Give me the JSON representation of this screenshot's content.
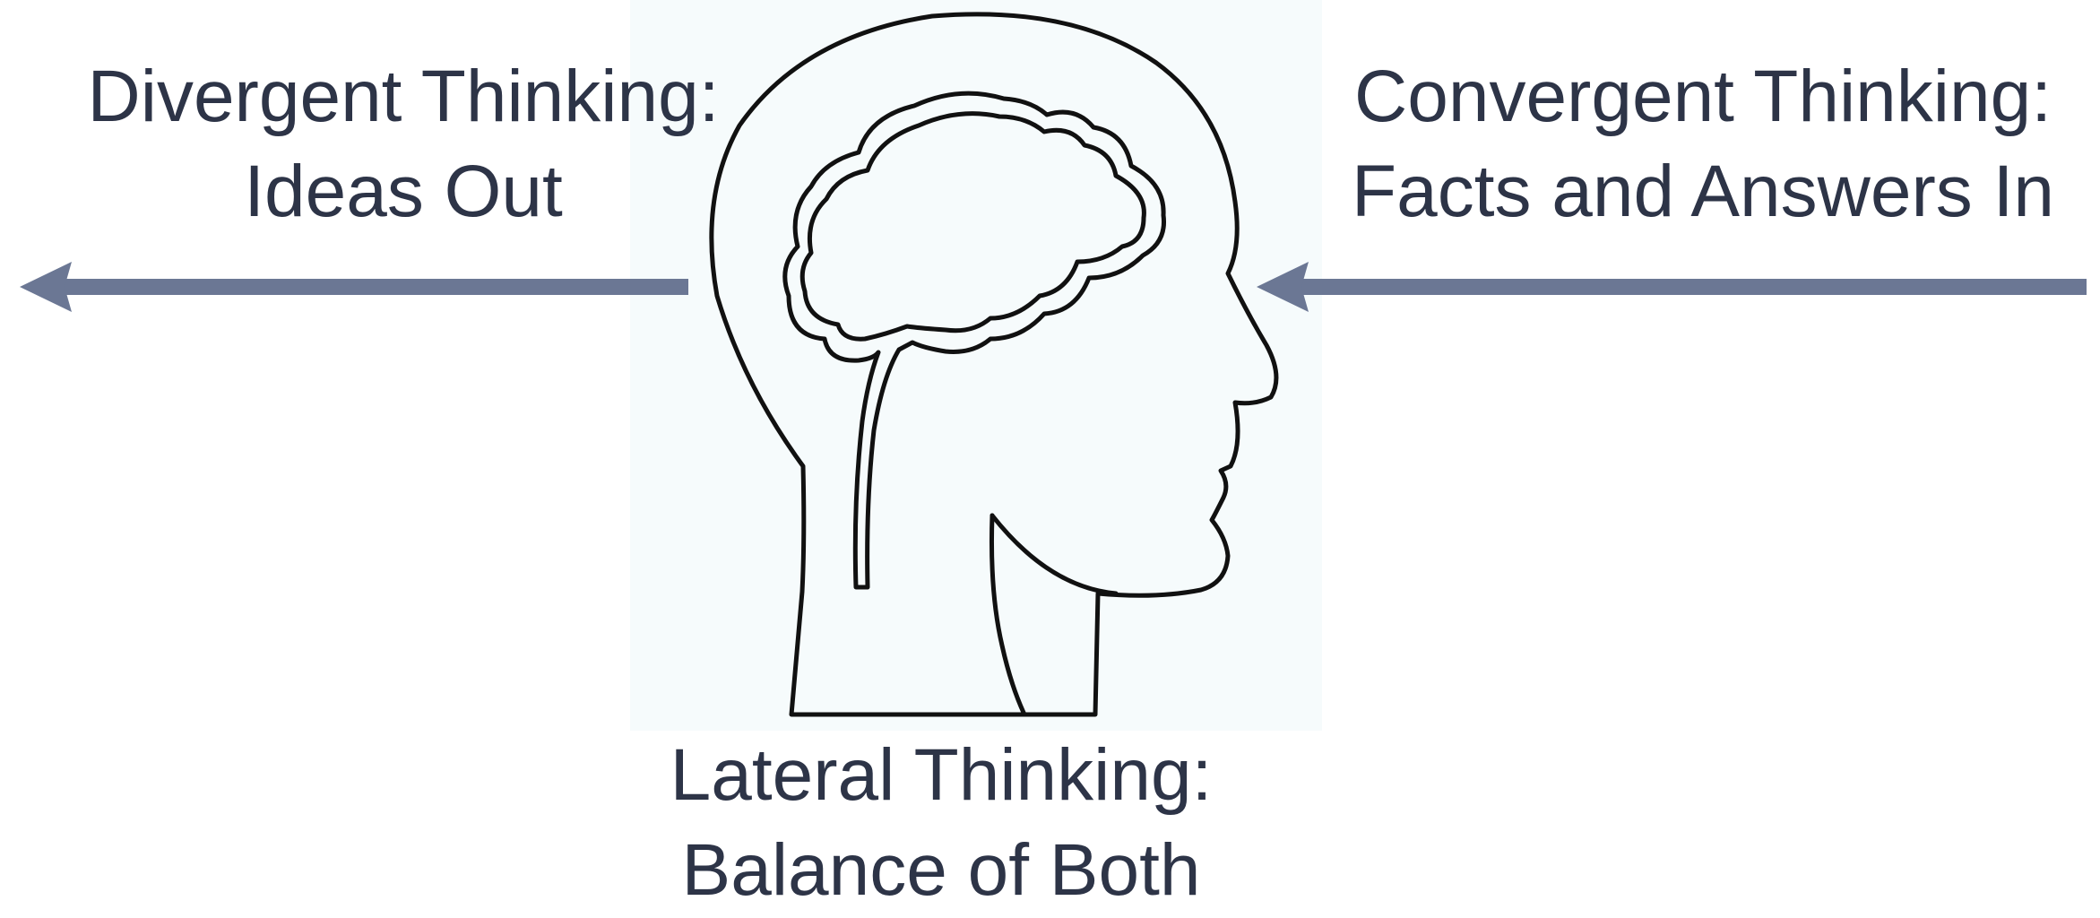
{
  "divergent": {
    "title": "Divergent Thinking:",
    "subtitle": "Ideas Out"
  },
  "convergent": {
    "title": "Convergent Thinking:",
    "subtitle": "Facts and Answers In"
  },
  "lateral": {
    "title": "Lateral Thinking:",
    "subtitle": "Balance of Both"
  },
  "colors": {
    "arrow": "#6b7794",
    "text": "#2d3447",
    "outline": "#111111",
    "head_background": "#f6fbfc"
  },
  "icons": {
    "head": "head-profile-icon",
    "brain": "brain-icon"
  }
}
